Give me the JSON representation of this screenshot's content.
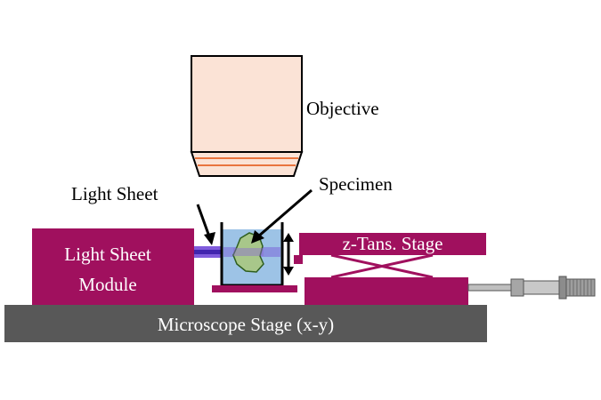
{
  "labels": {
    "objective": "Objective",
    "specimen": "Specimen",
    "light_sheet": "Light Sheet",
    "light_sheet_module_line1": "Light Sheet",
    "light_sheet_module_line2": "Module",
    "z_stage": "z-Tans. Stage",
    "microscope_stage": "Microscope Stage (x-y)"
  },
  "colors": {
    "magenta": "#A0105E",
    "stage_gray": "#585858",
    "objective_fill": "#FBE3D6",
    "objective_ring": "#E9753F",
    "chamber_water": "#9DC3E6",
    "specimen_fill": "#A8C78A",
    "specimen_edge": "#2E5E1E",
    "light_sheet": "#6A3FD6",
    "micrometer": "#8C8C8C"
  }
}
